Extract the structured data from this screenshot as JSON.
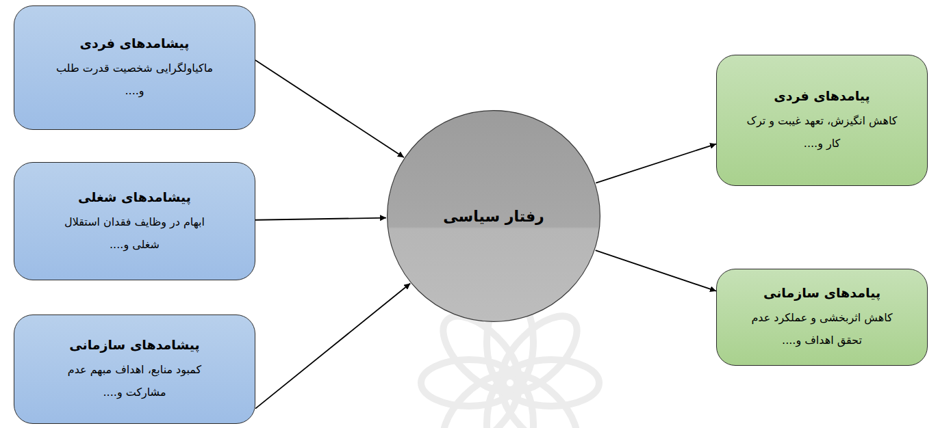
{
  "diagram": {
    "nodes": [
      {
        "text": [
          "پیشامدهای فردی",
          "ماکیاولگرایی شخصیت قدرت طلب و...."
        ]
      },
      {
        "text": [
          "پیشامدهای شغلی",
          "ابهام در وظایف فقدان استقلال شغلی و...."
        ]
      },
      {
        "text": [
          "پیشامدهای سازمانی",
          "کمبود منابع، اهداف مبهم عدم مشارکت و...."
        ]
      },
      {
        "text": [
          "رفتار سیاسی"
        ]
      },
      {
        "text": [
          "پیامدهای فردی",
          "کاهش انگیزش، تعهد غیبت و ترک کار و...."
        ]
      },
      {
        "text": [
          "پیامدهای سازمانی",
          "کاهش اثربخشی و عملکرد عدم تحقق اهداف و...."
        ]
      }
    ],
    "edges": [
      {
        "from": 0,
        "to": 3,
        "arrow": "to"
      },
      {
        "from": 1,
        "to": 3,
        "arrow": "to"
      },
      {
        "from": 2,
        "to": 3,
        "arrow": "to"
      },
      {
        "from": 3,
        "to": 4,
        "arrow": "to"
      },
      {
        "from": 3,
        "to": 5,
        "arrow": "to"
      }
    ]
  }
}
